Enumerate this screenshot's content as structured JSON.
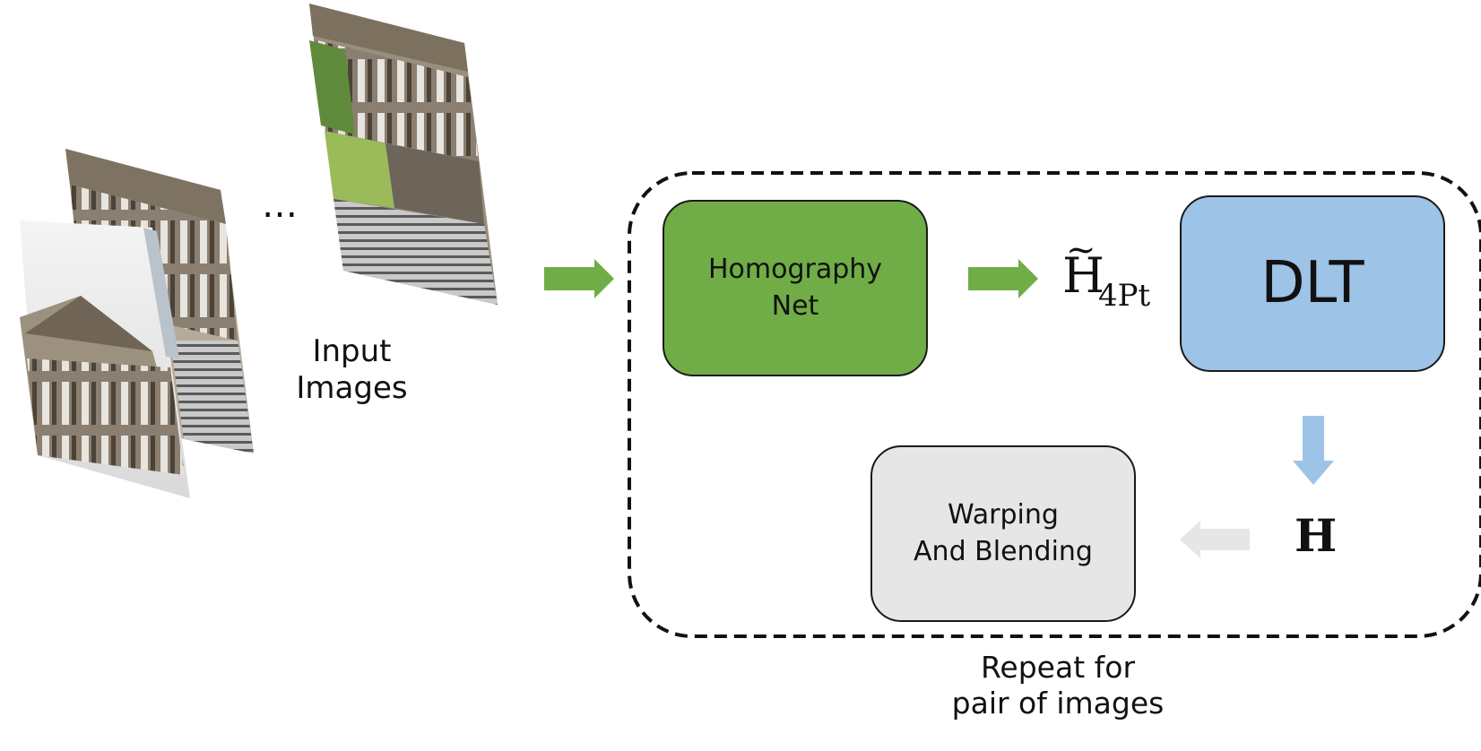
{
  "input_label": "Input\nImages",
  "ellipsis": "…",
  "homography_net_label": "Homography\nNet",
  "h4pt": {
    "base": "H",
    "tilde": "~",
    "subscript": "4Pt"
  },
  "dlt_label": "DLT",
  "h_output": "H",
  "warping_label": "Warping\nAnd Blending",
  "repeat_label": "Repeat for\npair of images",
  "colors": {
    "homography_net_fill": "#70ad47",
    "dlt_fill": "#9dc3e6",
    "warping_fill": "#e7e6e6",
    "green_arrow": "#70ad47",
    "blue_arrow": "#9dc3e6",
    "gray_arrow": "#e7e6e6",
    "dashed_border": "#111111"
  }
}
